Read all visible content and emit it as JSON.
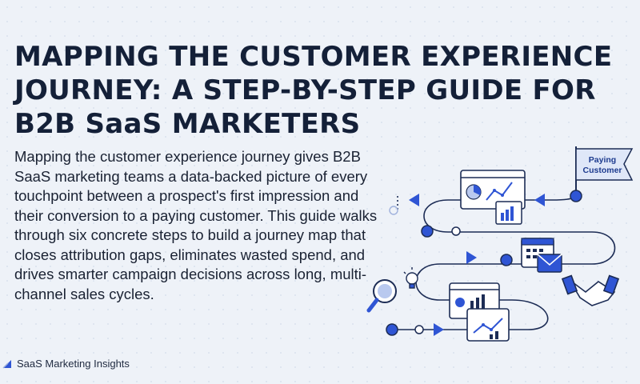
{
  "article": {
    "title": "MAPPING THE CUSTOMER EXPERIENCE JOURNEY: A STEP-BY-STEP GUIDE FOR B2B SaaS MARKETERS",
    "intro": "Mapping the customer experience journey gives B2B SaaS marketing teams a data-backed picture of every touchpoint between a prospect's first impression and their conversion to a paying customer. This guide walks through six concrete steps to build a journey map that closes attribution gaps, eliminates wasted spend, and drives smarter campaign decisions across long, multi-channel sales cycles."
  },
  "illustration": {
    "flag_label": "Paying Customer",
    "icons": [
      "magnifier-icon",
      "lightbulb-icon",
      "dashboard-icon",
      "bar-chart-icon",
      "calendar-icon",
      "envelope-icon",
      "handshake-icon",
      "flag-icon"
    ],
    "colors": {
      "primary": "#2f55d4",
      "line": "#1c2c55",
      "light": "#b9c9ef"
    }
  },
  "footer": {
    "brand": "SaaS Marketing Insights"
  }
}
